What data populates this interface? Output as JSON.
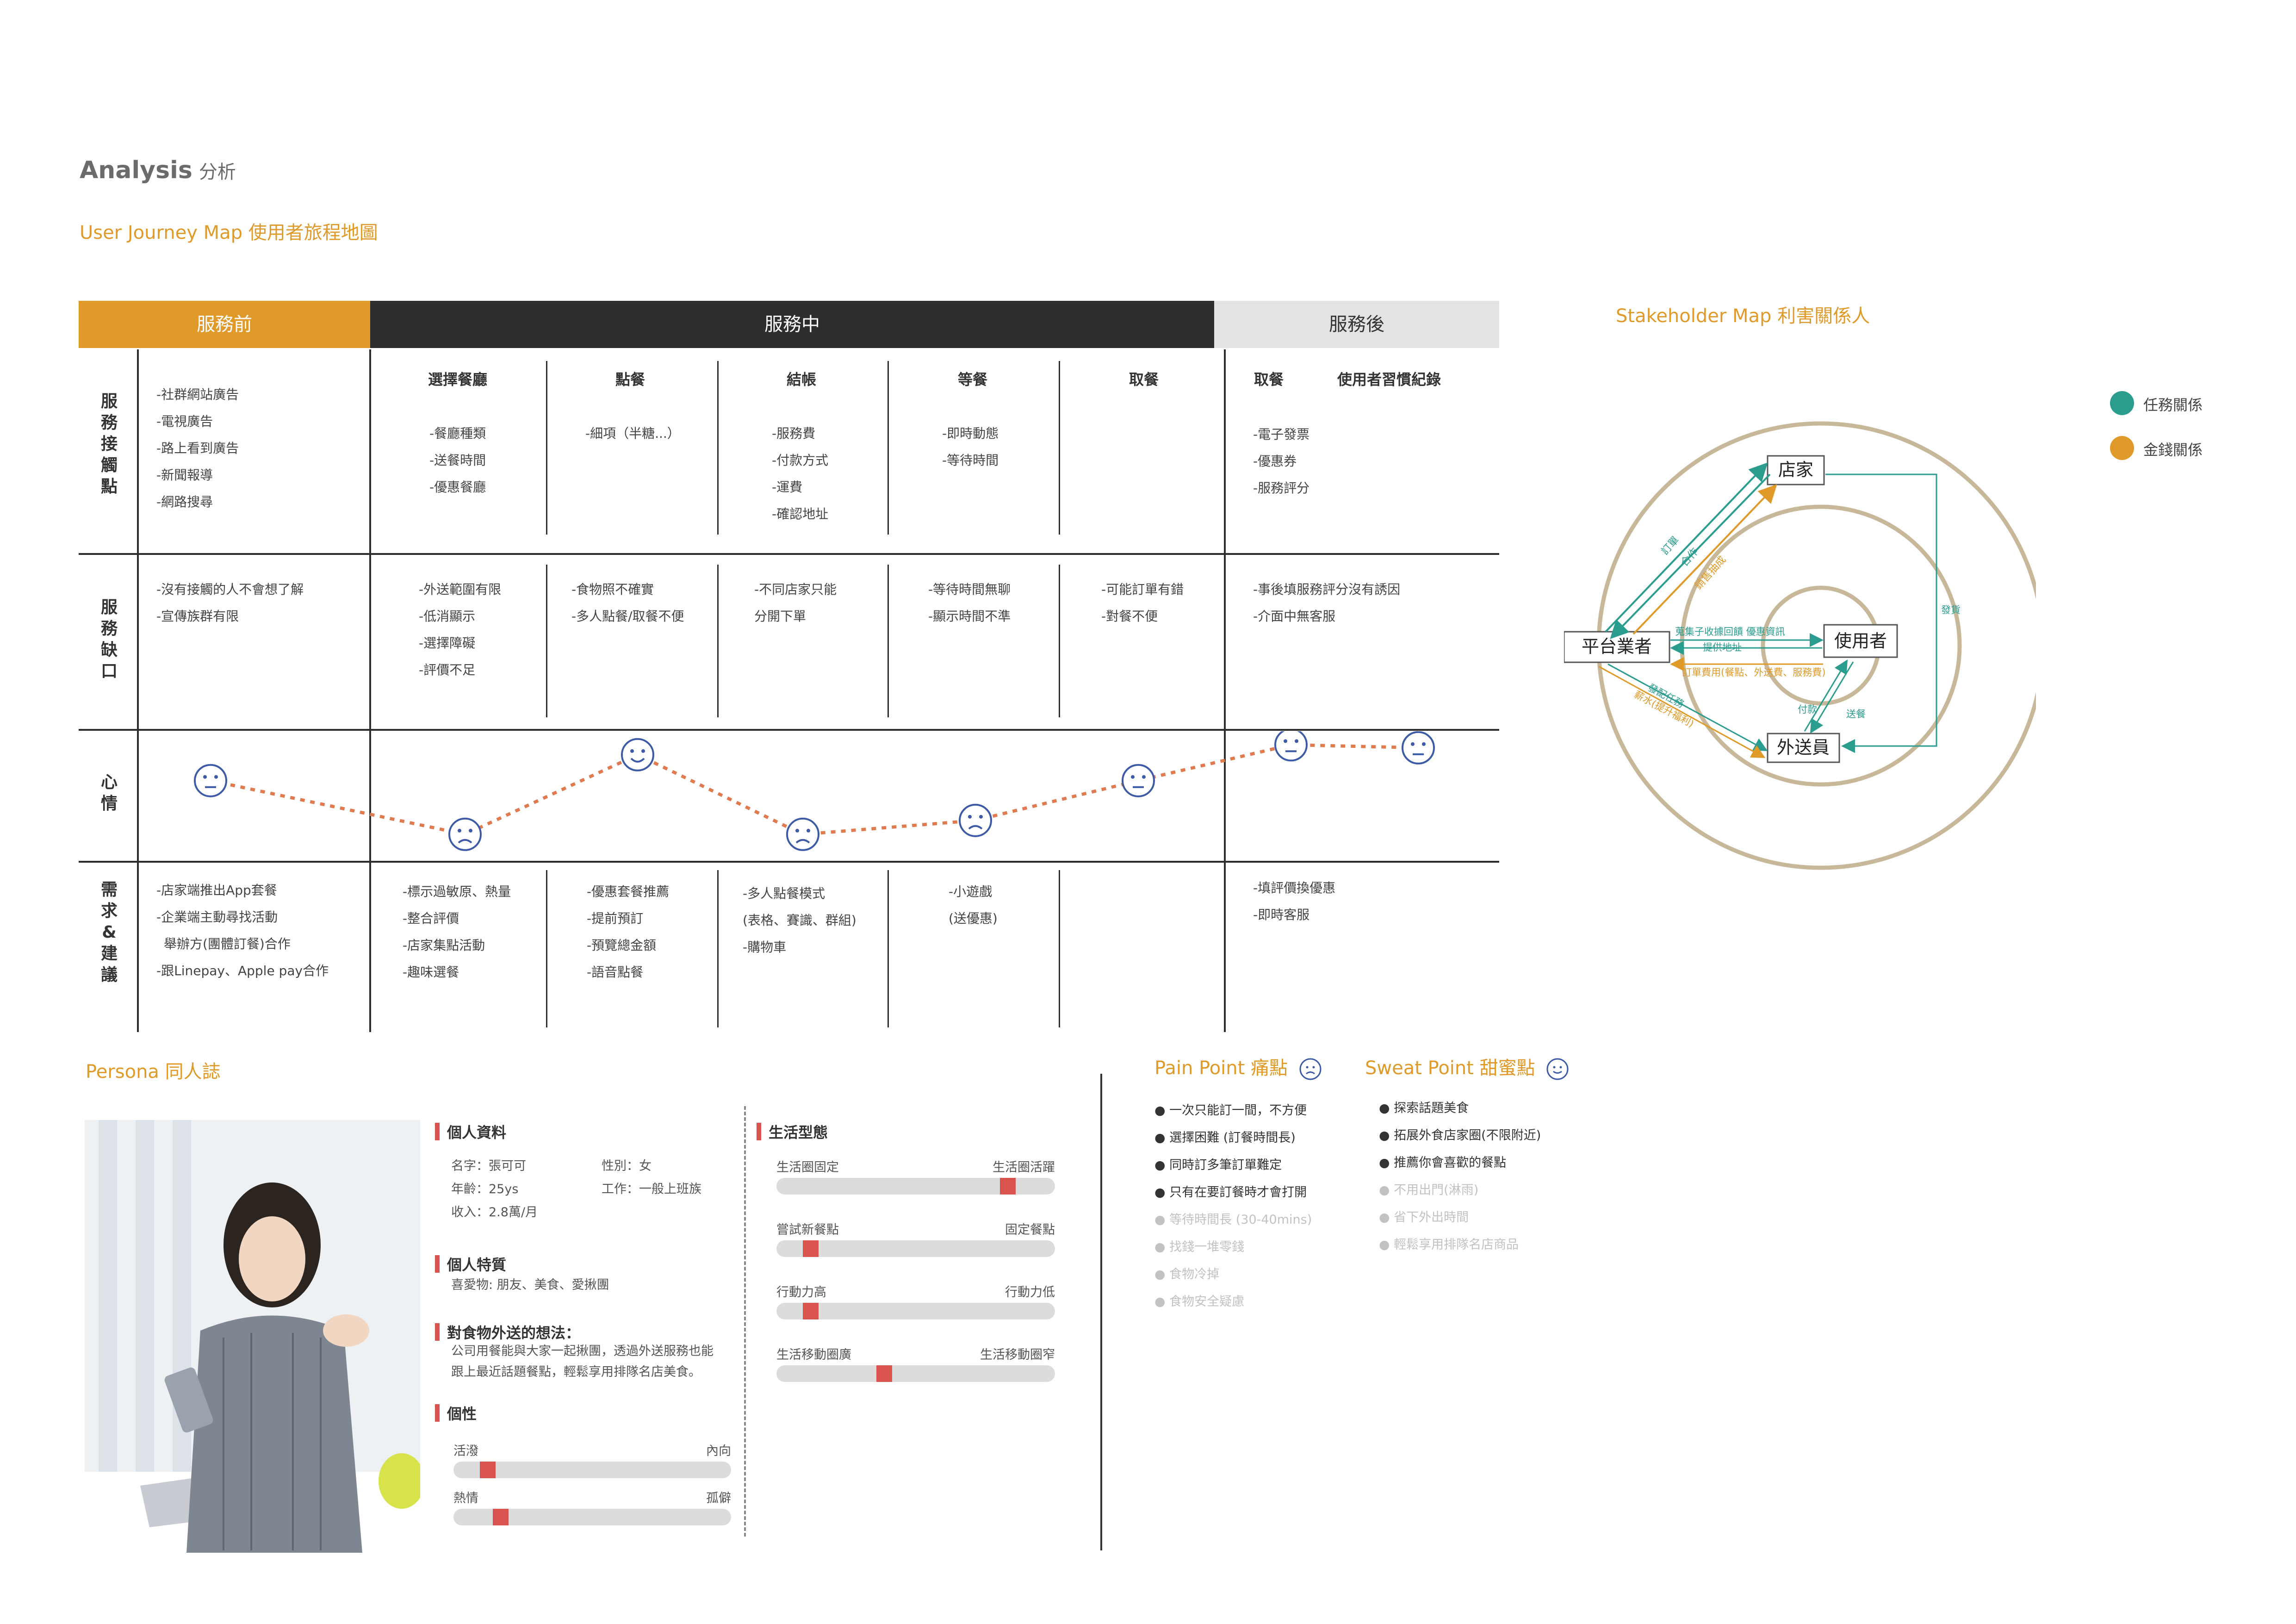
{
  "header": {
    "analysis": "Analysis",
    "analysis_sub": "分析",
    "journey_title": "User Journey Map 使用者旅程地圖"
  },
  "phases": {
    "before": "服務前",
    "during": "服務中",
    "after": "服務後"
  },
  "colors": {
    "orange": "#e09a2a",
    "dark": "#2d2d2d",
    "light": "#e0e0e0",
    "teal": "#2a9d8f",
    "ring": "#c8b89a",
    "red": "#d9534f"
  },
  "row_labels": {
    "touch": "服務接觸點",
    "gap": "服務缺口",
    "mood": "心情",
    "needs": "需求&建議"
  },
  "columns": [
    "選擇餐廳",
    "點餐",
    "結帳",
    "等餐",
    "取餐",
    "取餐",
    "使用者習慣紀錄"
  ],
  "touchpoints": {
    "c0": [
      "-社群網站廣告",
      "-電視廣告",
      "-路上看到廣告",
      "-新聞報導",
      "-網路搜尋"
    ],
    "c1": [
      "-餐廳種類",
      "-送餐時間",
      "-優惠餐廳"
    ],
    "c2": [
      "-細項（半糖...）"
    ],
    "c3": [
      "-服務費",
      "-付款方式",
      "-運費",
      "-確認地址"
    ],
    "c4": [
      "-即時動態",
      "-等待時間"
    ],
    "c6": [
      "-電子發票",
      "-優惠券",
      "-服務評分"
    ]
  },
  "gaps": {
    "c0": [
      "-沒有接觸的人不會想了解",
      "-宣傳族群有限"
    ],
    "c1": [
      "-外送範圍有限",
      "-低消顯示",
      "-選擇障礙",
      "-評價不足"
    ],
    "c2": [
      "-食物照不確實",
      "-多人點餐/取餐不便"
    ],
    "c3": [
      "-不同店家只能",
      "分開下單"
    ],
    "c4": [
      "-等待時間無聊",
      "-顯示時間不準"
    ],
    "c5": [
      "-可能訂單有錯",
      "-對餐不便"
    ],
    "c6": [
      "-事後填服務評分沒有誘因",
      "-介面中無客服"
    ]
  },
  "mood": {
    "levels": [
      0.62,
      0.08,
      0.88,
      0.08,
      0.22,
      0.62,
      0.98,
      0.95
    ],
    "faces": [
      "neutral",
      "sad",
      "happy",
      "sad",
      "sad",
      "neutral",
      "neutral",
      "neutral"
    ]
  },
  "needs": {
    "c0": [
      "-店家端推出App套餐",
      "-企業端主動尋找活動",
      "舉辦方(團體訂餐)合作",
      "-跟Linepay、Apple pay合作"
    ],
    "c1": [
      "-標示過敏原、熱量",
      "-整合評價",
      "-店家集點活動",
      "-趣味選餐"
    ],
    "c2": [
      "-優惠套餐推薦",
      "-提前預訂",
      "-預覽總金額",
      "-語音點餐"
    ],
    "c3": [
      "-多人點餐模式",
      "(表格、賽識、群組)",
      "-購物車"
    ],
    "c4": [
      "-小遊戲",
      "(送優惠)"
    ],
    "c6": [
      "-填評價換優惠",
      "-即時客服"
    ]
  },
  "stakeholder": {
    "title": "Stakeholder Map 利害關係人",
    "legend": [
      "任務關係",
      "金錢關係"
    ],
    "nodes": {
      "store": "店家",
      "platform": "平台業者",
      "user": "使用者",
      "courier": "外送員"
    },
    "edge_labels": {
      "order": "訂單",
      "cooperate": "合作",
      "sales_share": "銷售抽成",
      "collect": "蒐集子收據回饋 優惠資訊",
      "provide_addr": "提供地址",
      "fees": "訂單費用(餐點、外送費、服務費)",
      "dispatch": "發配任務",
      "salary": "薪水(提升福利)",
      "pay": "付款",
      "deliver": "送餐",
      "pickup": "發貨"
    }
  },
  "persona": {
    "title": "Persona 同人誌",
    "info_label": "個人資料",
    "name": "名字：張可可",
    "gender": "性別：女",
    "age": "年齡：25ys",
    "job": "工作：一般上班族",
    "income": "收入：2.8萬/月",
    "traits_label": "個人特質",
    "likes": "喜愛物: 朋友、美食、愛揪團",
    "thoughts_label": "對食物外送的想法：",
    "thoughts": [
      "公司用餐能與大家一起揪團，透過外送服務也能",
      "跟上最近話題餐點，輕鬆享用排隊名店美食。"
    ],
    "personality_label": "個性",
    "personality": [
      {
        "left": "活潑",
        "right": "內向",
        "value": 0.1
      },
      {
        "left": "熱情",
        "right": "孤僻",
        "value": 0.15
      }
    ],
    "lifestyle_label": "生活型態",
    "lifestyle": [
      {
        "left": "生活圈固定",
        "right": "生活圈活躍",
        "value": 0.85
      },
      {
        "left": "嘗試新餐點",
        "right": "固定餐點",
        "value": 0.1
      },
      {
        "left": "行動力高",
        "right": "行動力低",
        "value": 0.1
      },
      {
        "left": "生活移動圈廣",
        "right": "生活移動圈窄",
        "value": 0.38
      }
    ]
  },
  "pain": {
    "title": "Pain Point 痛點",
    "strong": [
      "一次只能訂一間，不方便",
      "選擇困難 (訂餐時間長)",
      "同時訂多筆訂單難定",
      "只有在要訂餐時才會打開"
    ],
    "weak": [
      "等待時間長 (30-40mins)",
      "找錢一堆零錢",
      "食物冷掉",
      "食物安全疑慮"
    ]
  },
  "sweat": {
    "title": "Sweat Point 甜蜜點",
    "strong": [
      "探索話題美食",
      "拓展外食店家圈(不限附近)",
      "推薦你會喜歡的餐點"
    ],
    "weak": [
      "不用出門(淋雨)",
      "省下外出時間",
      "輕鬆享用排隊名店商品"
    ]
  }
}
